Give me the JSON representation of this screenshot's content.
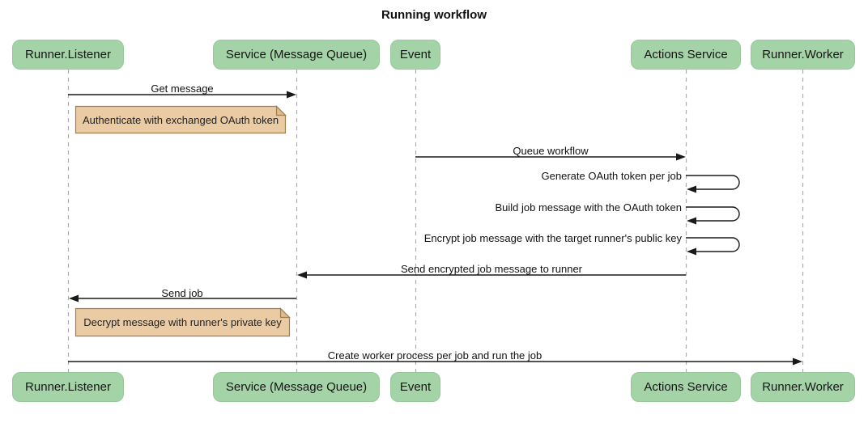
{
  "title": "Running workflow",
  "participants": [
    {
      "label": "Runner.Listener"
    },
    {
      "label": "Service (Message Queue)"
    },
    {
      "label": "Event"
    },
    {
      "label": "Actions Service"
    },
    {
      "label": "Runner.Worker"
    }
  ],
  "messages": [
    {
      "label": "Get message",
      "from": "Runner.Listener",
      "to": "Service (Message Queue)",
      "type": "arrow"
    },
    {
      "label": "Queue workflow",
      "from": "Event",
      "to": "Actions Service",
      "type": "arrow"
    },
    {
      "label": "Generate OAuth token per job",
      "from": "Actions Service",
      "to": "Actions Service",
      "type": "self"
    },
    {
      "label": "Build job message with the OAuth token",
      "from": "Actions Service",
      "to": "Actions Service",
      "type": "self"
    },
    {
      "label": "Encrypt job message with the target runner's public key",
      "from": "Actions Service",
      "to": "Actions Service",
      "type": "self"
    },
    {
      "label": "Send encrypted job message to runner",
      "from": "Actions Service",
      "to": "Service (Message Queue)",
      "type": "arrow"
    },
    {
      "label": "Send job",
      "from": "Service (Message Queue)",
      "to": "Runner.Listener",
      "type": "arrow"
    },
    {
      "label": "Create worker process per job and run the job",
      "from": "Runner.Listener",
      "to": "Runner.Worker",
      "type": "arrow"
    }
  ],
  "notes": [
    {
      "label": "Authenticate with exchanged OAuth token",
      "over": "Runner.Listener"
    },
    {
      "label": "Decrypt message with runner's private key",
      "over": "Runner.Listener"
    }
  ],
  "colors": {
    "participant_fill": "#A3D3A6",
    "participant_border": "#96C89A",
    "note_fill": "#EBCBA4",
    "note_fold": "#DFBB8E",
    "note_border": "#9F7E52",
    "lifeline": "#ADADAD",
    "arrow": "#1A1A1A",
    "background": "#FFFFFF"
  }
}
